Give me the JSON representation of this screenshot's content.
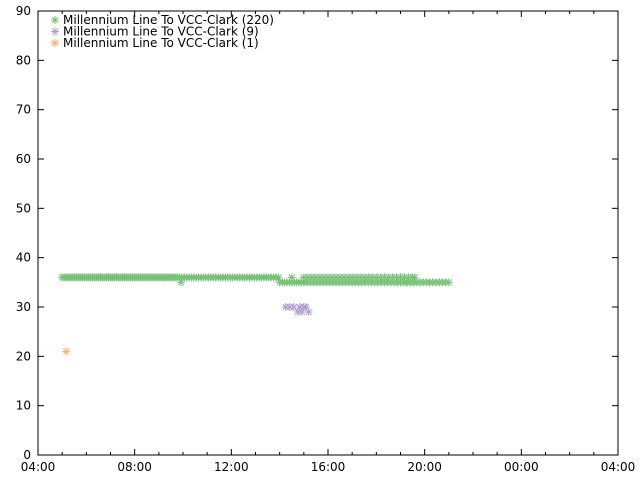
{
  "chart_data": {
    "type": "scatter",
    "xlabel": "",
    "ylabel": "",
    "xlim": [
      "04:00",
      "04:00 (+1 day)"
    ],
    "ylim": [
      0,
      90
    ],
    "x_ticks": [
      "04:00",
      "08:00",
      "12:00",
      "16:00",
      "20:00",
      "00:00",
      "04:00"
    ],
    "y_ticks": [
      "0",
      "10",
      "20",
      "30",
      "40",
      "50",
      "60",
      "70",
      "80",
      "90"
    ],
    "grid": false,
    "legend_position": "top-left",
    "series": [
      {
        "name": "Millennium Line To VCC-Clark (220)",
        "color": "#77c177",
        "marker": "asterisk",
        "segments": [
          {
            "from": "05:00",
            "to": "09:45",
            "y": 36,
            "step_minutes": 5
          },
          {
            "from": "09:45",
            "to": "14:00",
            "y": 36,
            "step_minutes": 6
          },
          {
            "from": "14:00",
            "to": "15:00",
            "y": 35,
            "step_minutes": 6
          },
          {
            "from": "15:00",
            "to": "19:30",
            "y": 36,
            "step_minutes": 10
          },
          {
            "from": "15:00",
            "to": "21:00",
            "y": 35,
            "step_minutes": 8
          }
        ],
        "points": [
          {
            "x": "09:55",
            "y": 35
          },
          {
            "x": "14:30",
            "y": 36
          },
          {
            "x": "19:35",
            "y": 36
          },
          {
            "x": "19:15",
            "y": 35
          }
        ]
      },
      {
        "name": "Millennium Line To VCC-Clark (9)",
        "color": "#b09ecf",
        "marker": "asterisk",
        "points": [
          {
            "x": "14:15",
            "y": 30
          },
          {
            "x": "14:25",
            "y": 30
          },
          {
            "x": "14:35",
            "y": 30
          },
          {
            "x": "14:45",
            "y": 29
          },
          {
            "x": "14:55",
            "y": 29
          },
          {
            "x": "15:00",
            "y": 30
          },
          {
            "x": "15:05",
            "y": 30
          },
          {
            "x": "15:12",
            "y": 29
          },
          {
            "x": "14:50",
            "y": 30
          }
        ]
      },
      {
        "name": "Millennium Line To VCC-Clark (1)",
        "color": "#f4b36b",
        "marker": "asterisk",
        "points": [
          {
            "x": "05:10",
            "y": 21
          }
        ]
      }
    ]
  }
}
